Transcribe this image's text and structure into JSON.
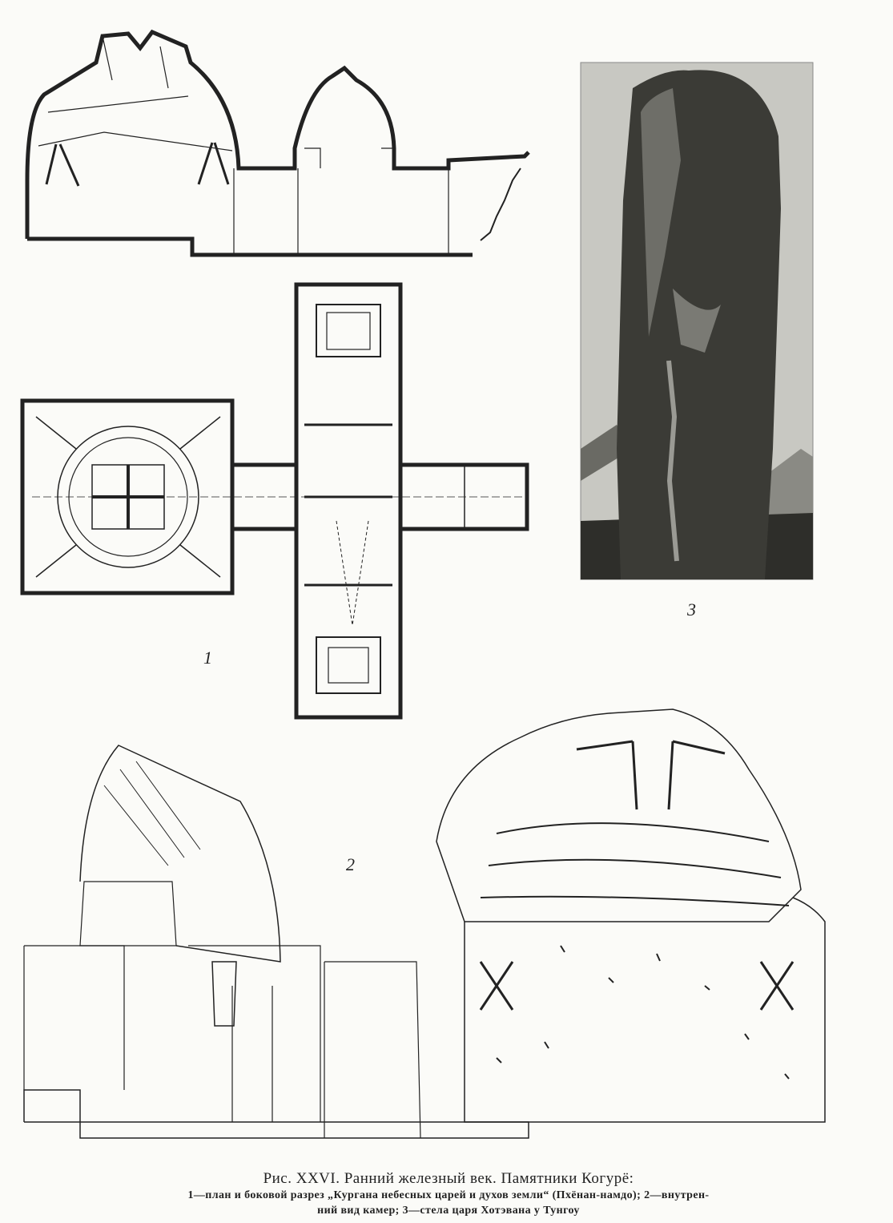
{
  "figure": {
    "labels": {
      "plan": "1",
      "interior": "2",
      "stele": "3"
    },
    "caption": {
      "title": "Рис. XXVI. Ранний железный век. Памятники Когурё:",
      "line1": "1—план и боковой разрез „Кургана небесных царей и духов земли“ (Пхёнан-намдо); 2—внутрен-",
      "line2": "ний вид камер; 3—стела царя Хотэвана у Тунгоу"
    }
  }
}
